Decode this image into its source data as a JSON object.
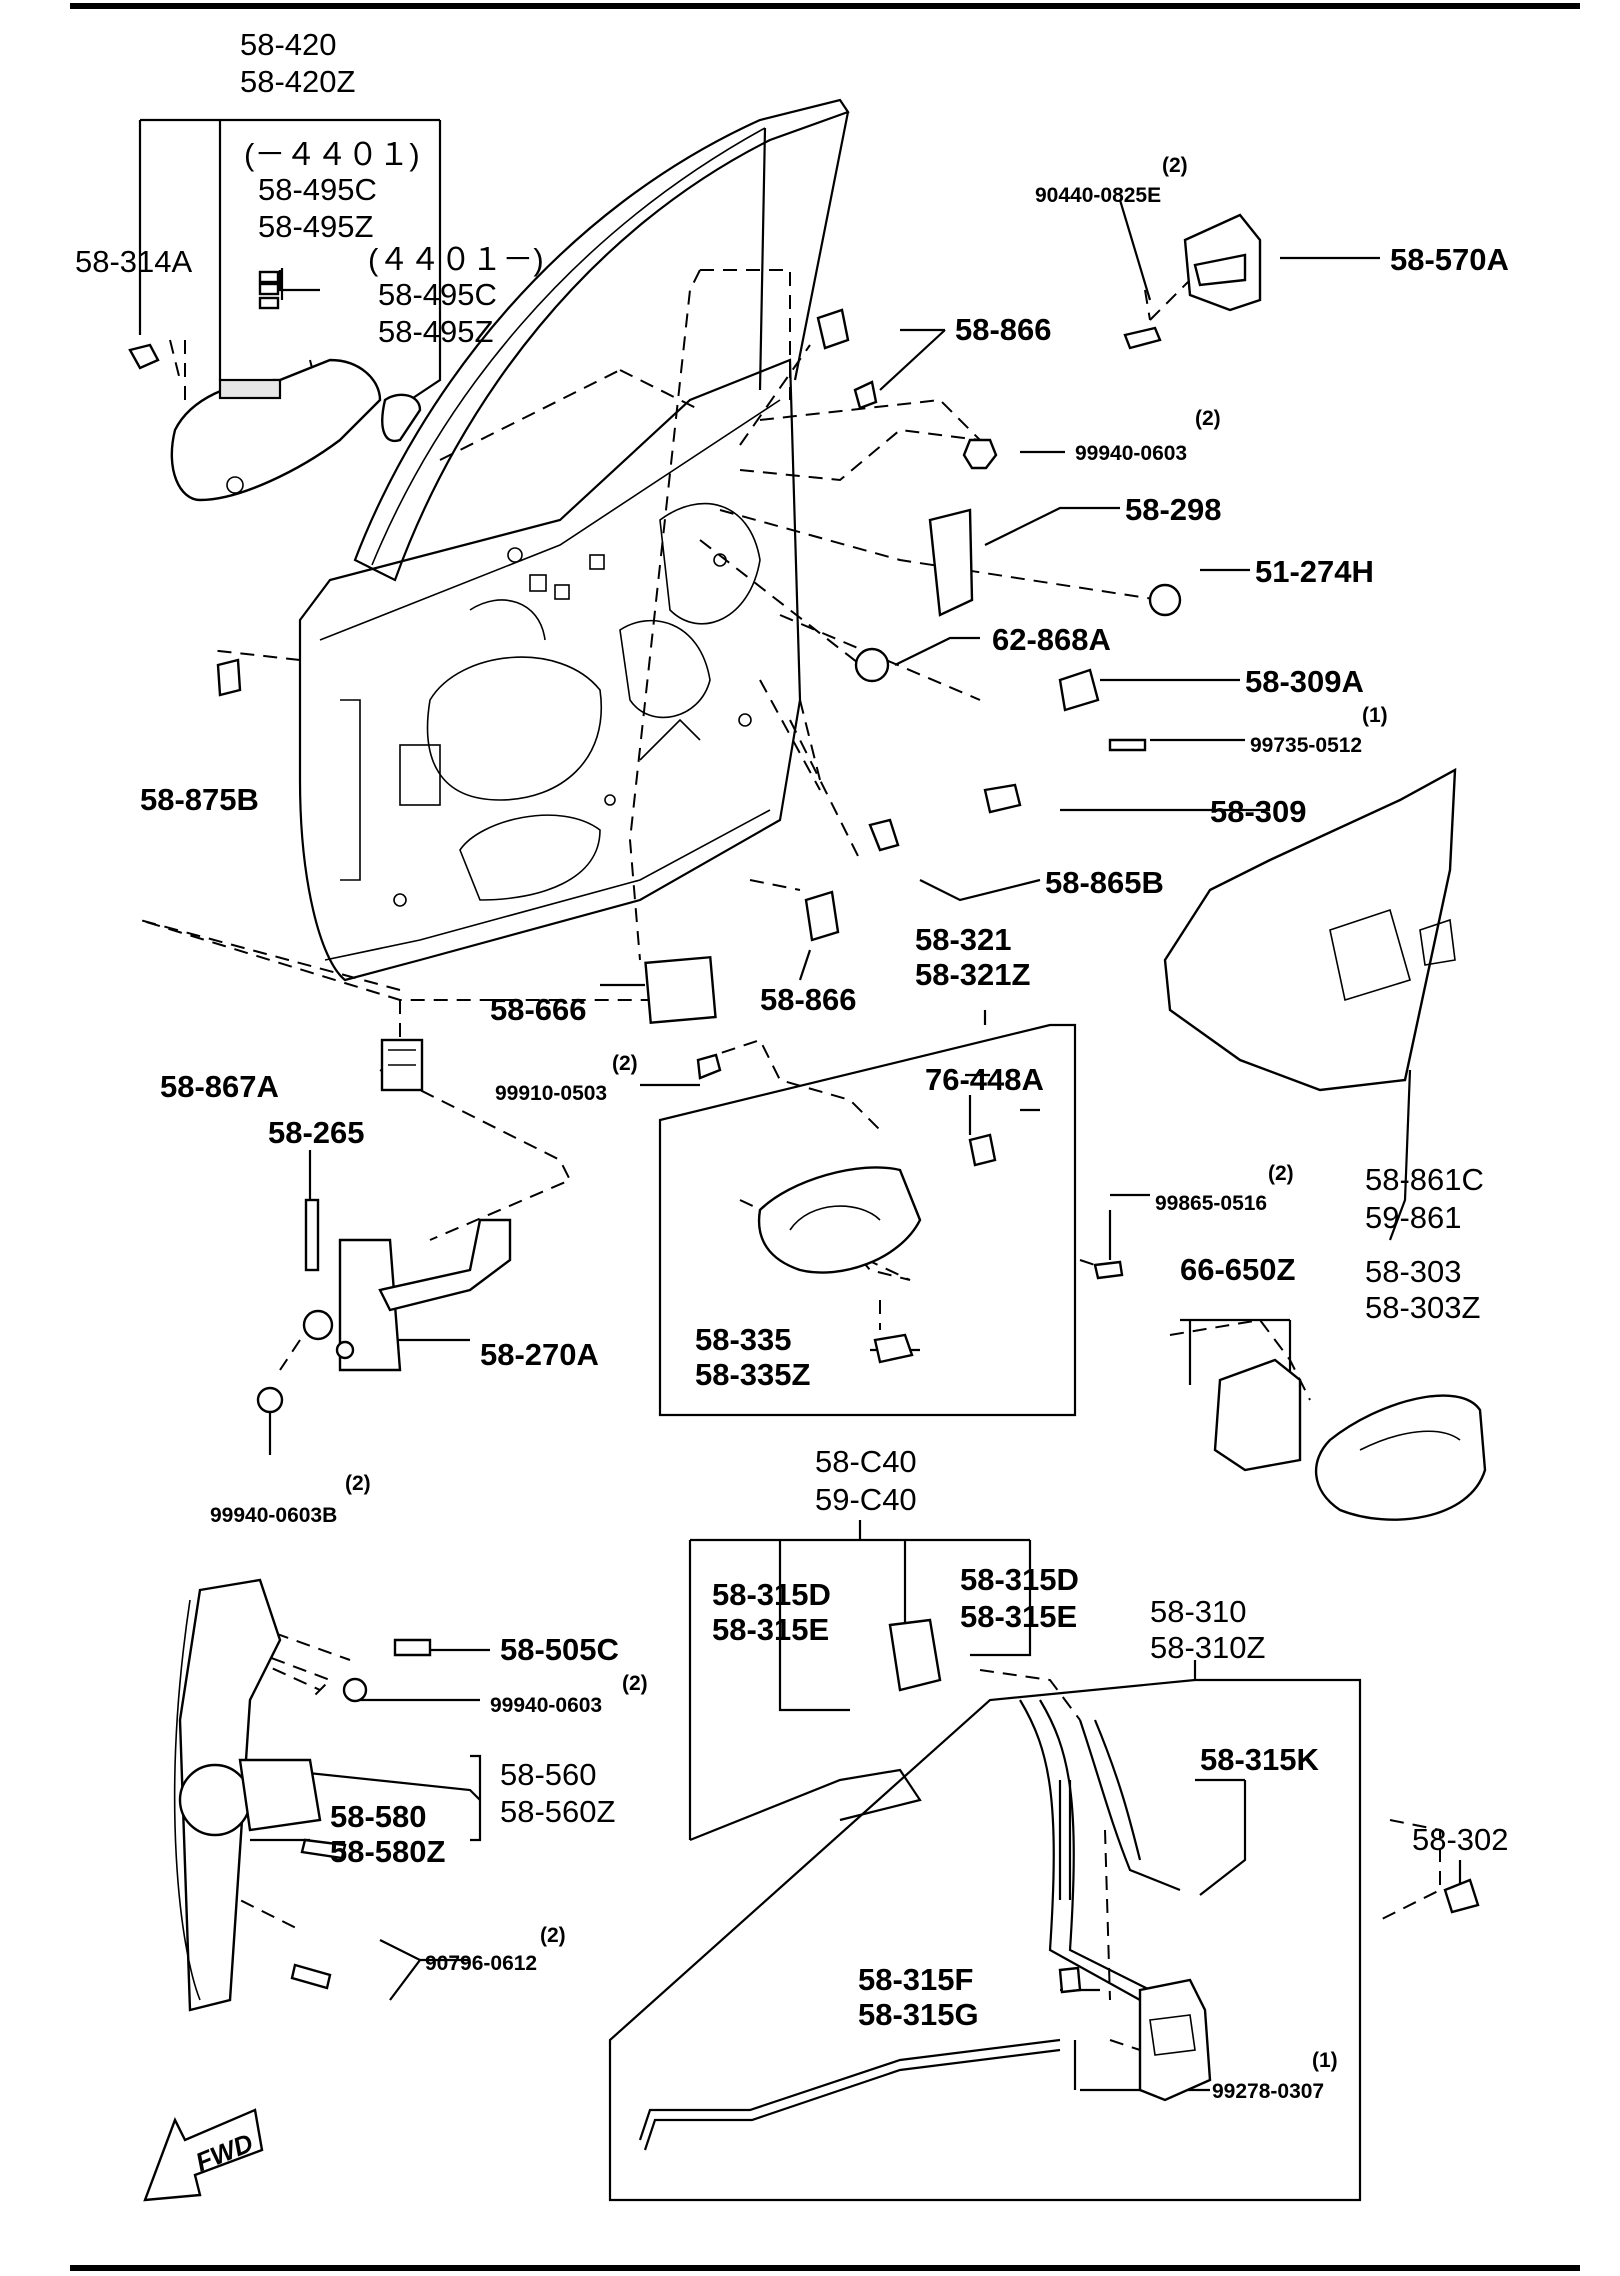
{
  "labels": {
    "p58_420": "58-420",
    "p58_420z": "58-420Z",
    "range1": "(－４４０１)",
    "p58_495c_a": "58-495C",
    "p58_495z_a": "58-495Z",
    "range2": "(４４０１－)",
    "p58_495c_b": "58-495C",
    "p58_495z_b": "58-495Z",
    "p58_314a": "58-314A",
    "p58_875b": "58-875B",
    "p58_666": "58-666",
    "p58_867a": "58-867A",
    "p58_265": "58-265",
    "p58_270a": "58-270A",
    "p99940_0603b": "99940-0603B",
    "q99940_0603b": "(2)",
    "p90440_0825e": "90440-0825E",
    "q90440_0825e": "(2)",
    "p58_570a": "58-570A",
    "p58_866_a": "58-866",
    "p99940_0603_a": "99940-0603",
    "q99940_0603_a": "(2)",
    "p58_298": "58-298",
    "p51_274h": "51-274H",
    "p62_868a": "62-868A",
    "p58_309a": "58-309A",
    "p99735_0512": "99735-0512",
    "q99735_0512": "(1)",
    "p58_309": "58-309",
    "p58_865b": "58-865B",
    "p58_866_b": "58-866",
    "p58_321": "58-321",
    "p58_321z": "58-321Z",
    "p99910_0503": "99910-0503",
    "q99910_0503": "(2)",
    "p76_448a": "76-448A",
    "p99865_0516": "99865-0516",
    "q99865_0516": "(2)",
    "p58_335": "58-335",
    "p58_335z": "58-335Z",
    "p58_861c": "58-861C",
    "p59_861": "59-861",
    "p66_650z": "66-650Z",
    "p58_303": "58-303",
    "p58_303z": "58-303Z",
    "p58_c40": "58-C40",
    "p59_c40": "59-C40",
    "p58_315d_a": "58-315D",
    "p58_315e_a": "58-315E",
    "p58_315d_b": "58-315D",
    "p58_315e_b": "58-315E",
    "p58_310": "58-310",
    "p58_310z": "58-310Z",
    "p58_315k": "58-315K",
    "p58_302": "58-302",
    "p58_315f": "58-315F",
    "p58_315g": "58-315G",
    "p99278_0307": "99278-0307",
    "q99278_0307": "(1)",
    "p58_505c": "58-505C",
    "p99940_0603_b": "99940-0603",
    "q99940_0603_b": "(2)",
    "p58_560": "58-560",
    "p58_560z": "58-560Z",
    "p58_580": "58-580",
    "p58_580z": "58-580Z",
    "p90796_0612": "90796-0612",
    "q90796_0612": "(2)",
    "fwd": "FWD"
  }
}
